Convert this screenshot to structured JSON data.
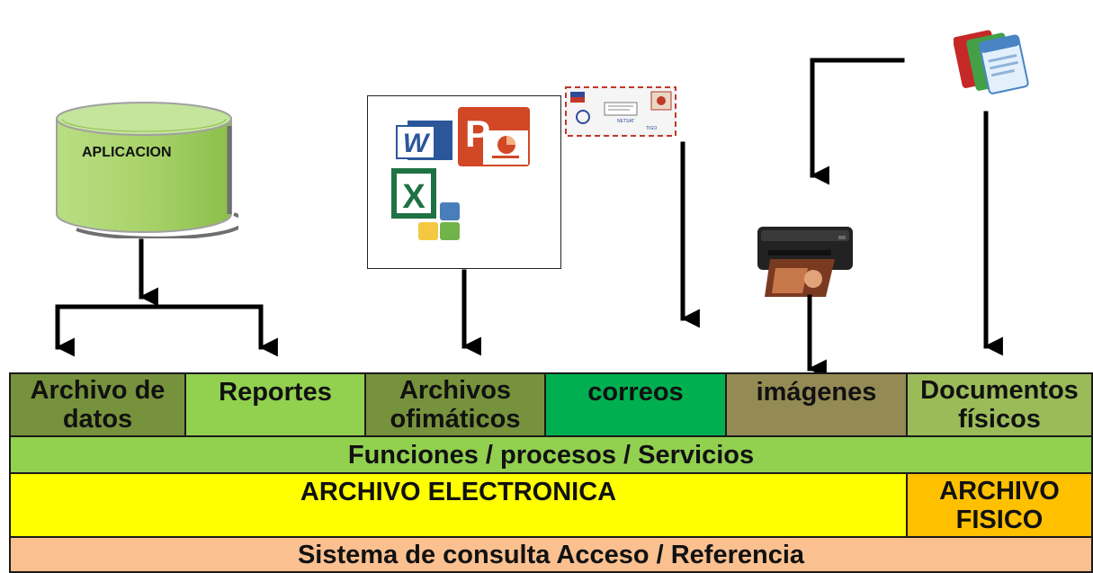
{
  "database": {
    "label": "APLICACION",
    "color": "#a9d36a"
  },
  "categories": [
    {
      "label": "Archivo de datos",
      "color": "#76923c"
    },
    {
      "label": "Reportes",
      "color": "#92d050"
    },
    {
      "label": "Archivos ofimáticos",
      "color": "#76923c"
    },
    {
      "label": "correos",
      "color": "#00b050"
    },
    {
      "label": "imágenes",
      "color": "#948a54"
    },
    {
      "label": "Documentos físicos",
      "color": "#9bbb59"
    }
  ],
  "functions_row": {
    "label": "Funciones / procesos / Servicios",
    "color": "#92d050"
  },
  "electronic_archive": {
    "label": "ARCHIVO ELECTRONICA",
    "color": "#ffff00"
  },
  "physical_archive": {
    "label": "ARCHIVO FISICO",
    "color": "#ffc000"
  },
  "access_row": {
    "label": "Sistema de consulta Acceso / Referencia",
    "color": "#fac090"
  },
  "icons": [
    "word-icon",
    "powerpoint-icon",
    "excel-icon",
    "envelope-icon",
    "printer-icon",
    "documents-stack-icon",
    "database-icon"
  ]
}
